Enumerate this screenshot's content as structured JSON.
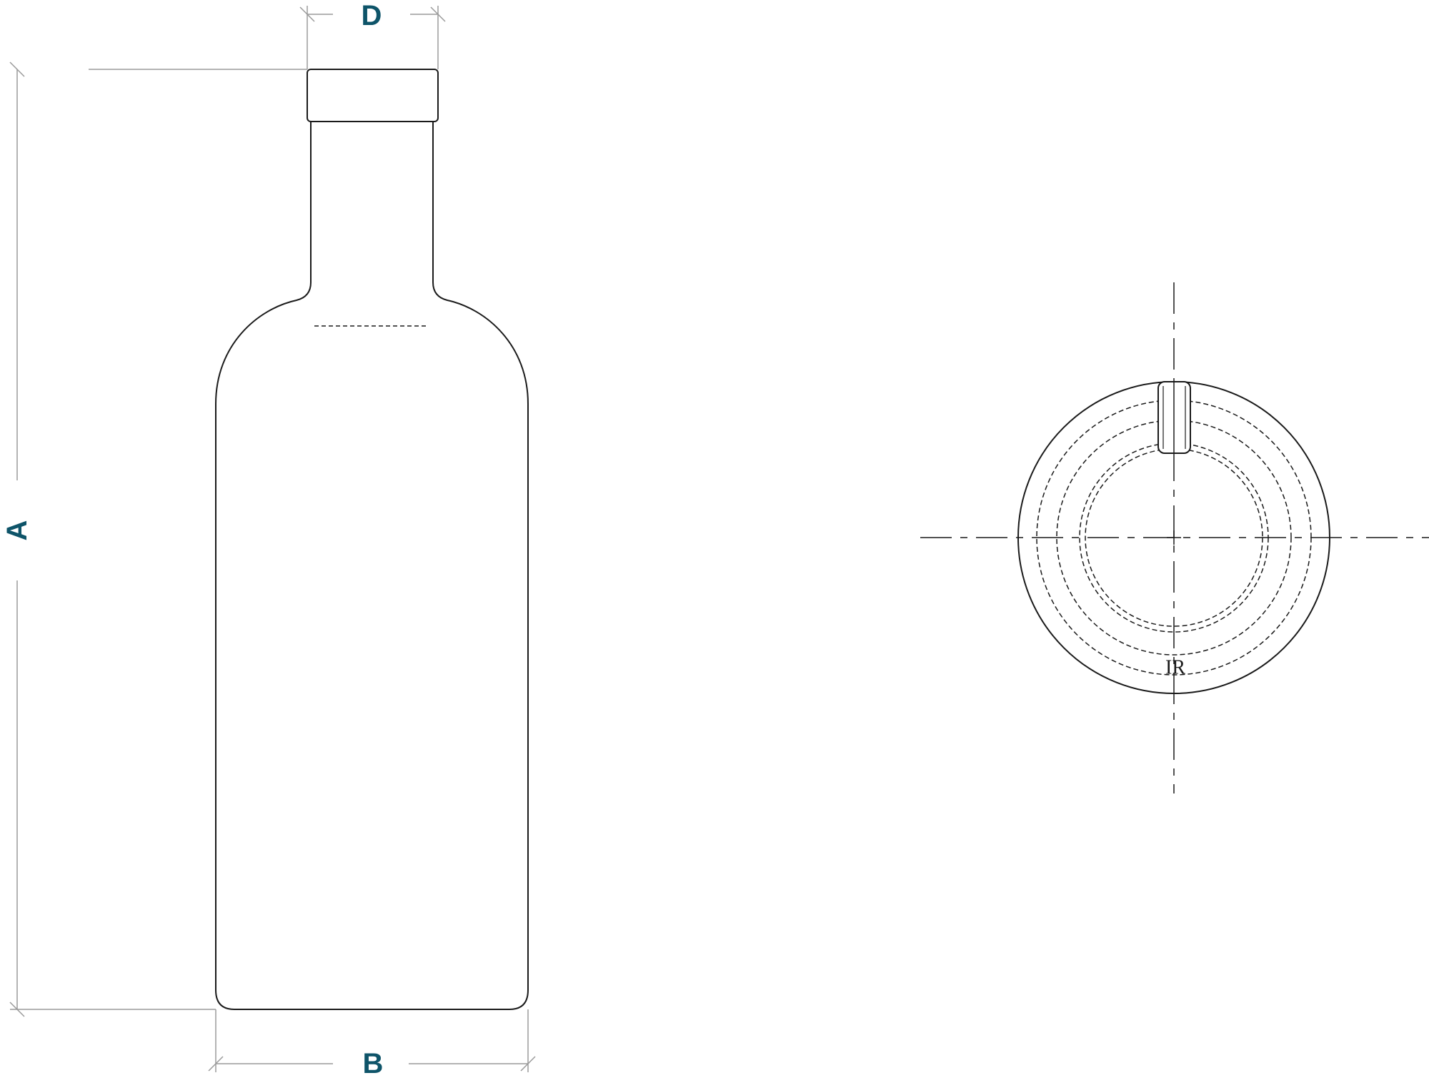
{
  "colors": {
    "outline": "#1a1a1a",
    "dimension_line": "#9a9a9a",
    "label": "#0e5469",
    "background": "#ffffff"
  },
  "dimensions": {
    "height_label": "A",
    "body_diameter_label": "B",
    "neck_diameter_label": "D"
  },
  "top_view": {
    "base_mark": "IR"
  }
}
